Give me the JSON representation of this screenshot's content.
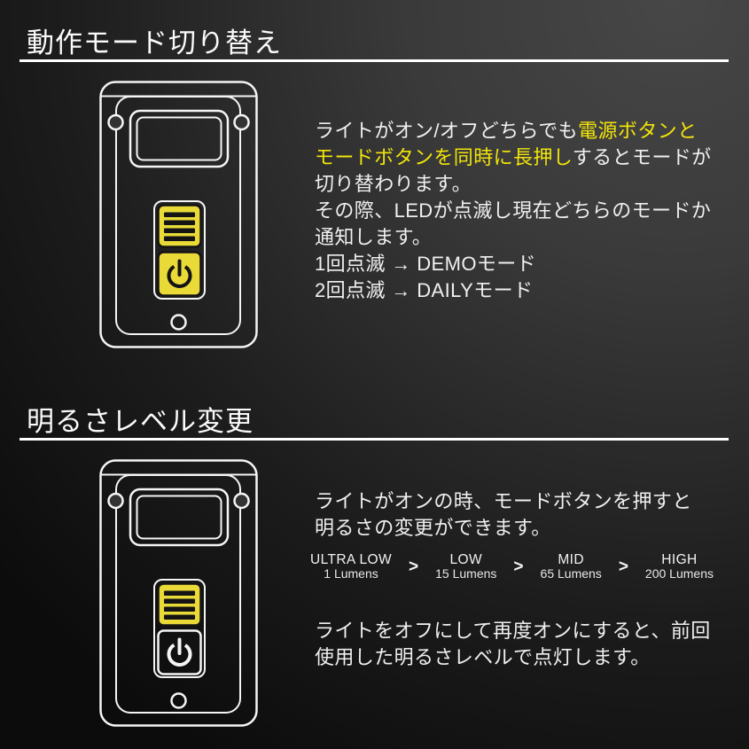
{
  "colors": {
    "accent_yellow_text": "#f2e40a",
    "button_yellow": "#e9da38",
    "outline_white": "#f5f5f5",
    "background_light": "#474747",
    "background_dark": "#0c0c0c"
  },
  "sections": [
    {
      "heading": "動作モード切り替え",
      "device": {
        "highlighted_buttons": [
          "mode-button",
          "power-button"
        ]
      },
      "lines": [
        {
          "segments": [
            {
              "text": "ライトがオン/オフどちらでも",
              "color": "white"
            },
            {
              "text": "電源ボタンと",
              "color": "yellow"
            }
          ]
        },
        {
          "segments": [
            {
              "text": "モードボタンを同時に長押し",
              "color": "yellow"
            },
            {
              "text": "するとモードが",
              "color": "white"
            }
          ]
        },
        {
          "segments": [
            {
              "text": "切り替わります。",
              "color": "white"
            }
          ]
        },
        {
          "segments": [
            {
              "text": "その際、LEDが点滅し現在どちらのモードか",
              "color": "white"
            }
          ]
        },
        {
          "segments": [
            {
              "text": "通知します。",
              "color": "white"
            }
          ]
        },
        {
          "segments": [
            {
              "text": "1回点滅 → DEMOモード",
              "color": "white"
            }
          ]
        },
        {
          "segments": [
            {
              "text": "2回点滅 → DAILYモード",
              "color": "white"
            }
          ]
        }
      ]
    },
    {
      "heading": "明るさレベル変更",
      "device": {
        "highlighted_buttons": [
          "mode-button"
        ]
      },
      "intro_lines": [
        "ライトがオンの時、モードボタンを押すと",
        "明るさの変更ができます。"
      ],
      "separator": ">",
      "brightness_levels": [
        {
          "label": "ULTRA LOW",
          "lumens": "1 Lumens"
        },
        {
          "label": "LOW",
          "lumens": "15 Lumens"
        },
        {
          "label": "MID",
          "lumens": "65 Lumens"
        },
        {
          "label": "HIGH",
          "lumens": "200 Lumens"
        }
      ],
      "outro_lines": [
        "ライトをオフにして再度オンにすると、前回",
        "使用した明るさレベルで点灯します。"
      ]
    }
  ],
  "icons": {
    "mode_button": "stripes-icon",
    "power_button": "power-icon"
  }
}
